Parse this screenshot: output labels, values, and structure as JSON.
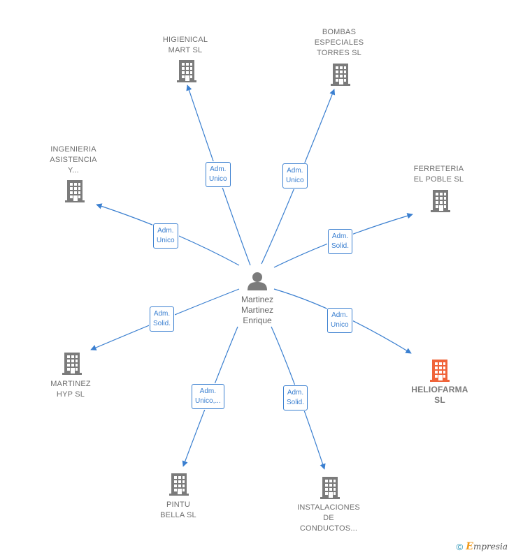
{
  "center": {
    "name": "Martinez\nMartinez\nEnrique",
    "icon": "person-icon"
  },
  "nodes": [
    {
      "id": "higienical",
      "label": "HIGIENICAL\nMART SL",
      "highlight": false
    },
    {
      "id": "bombas",
      "label": "BOMBAS\nESPECIALES\nTORRES  SL",
      "highlight": false
    },
    {
      "id": "ingenieria",
      "label": "INGENIERIA\nASISTENCIA\nY...",
      "highlight": false
    },
    {
      "id": "ferreteria",
      "label": "FERRETERIA\nEL POBLE  SL",
      "highlight": false
    },
    {
      "id": "martinez-hyp",
      "label": "MARTINEZ\nHYP  SL",
      "highlight": false
    },
    {
      "id": "heliofarma",
      "label": "HELIOFARMA\nSL",
      "highlight": true
    },
    {
      "id": "pintu",
      "label": "PINTU\nBELLA SL",
      "highlight": false
    },
    {
      "id": "instalaciones",
      "label": "INSTALACIONES\nDE\nCONDUCTOS...",
      "highlight": false
    }
  ],
  "edges": [
    {
      "to": "higienical",
      "label": "Adm.\nUnico"
    },
    {
      "to": "bombas",
      "label": "Adm.\nUnico"
    },
    {
      "to": "ingenieria",
      "label": "Adm.\nUnico"
    },
    {
      "to": "ferreteria",
      "label": "Adm.\nSolid."
    },
    {
      "to": "martinez-hyp",
      "label": "Adm.\nSolid."
    },
    {
      "to": "heliofarma",
      "label": "Adm.\nUnico"
    },
    {
      "to": "pintu",
      "label": "Adm.\nUnico,..."
    },
    {
      "to": "instalaciones",
      "label": "Adm.\nSolid."
    }
  ],
  "colors": {
    "edge": "#3a7fd0",
    "building": "#7b7b7b",
    "building_highlight": "#f0643a"
  },
  "footer": {
    "copyright": "©",
    "brand_initial": "E",
    "brand_rest": "mpresia"
  }
}
